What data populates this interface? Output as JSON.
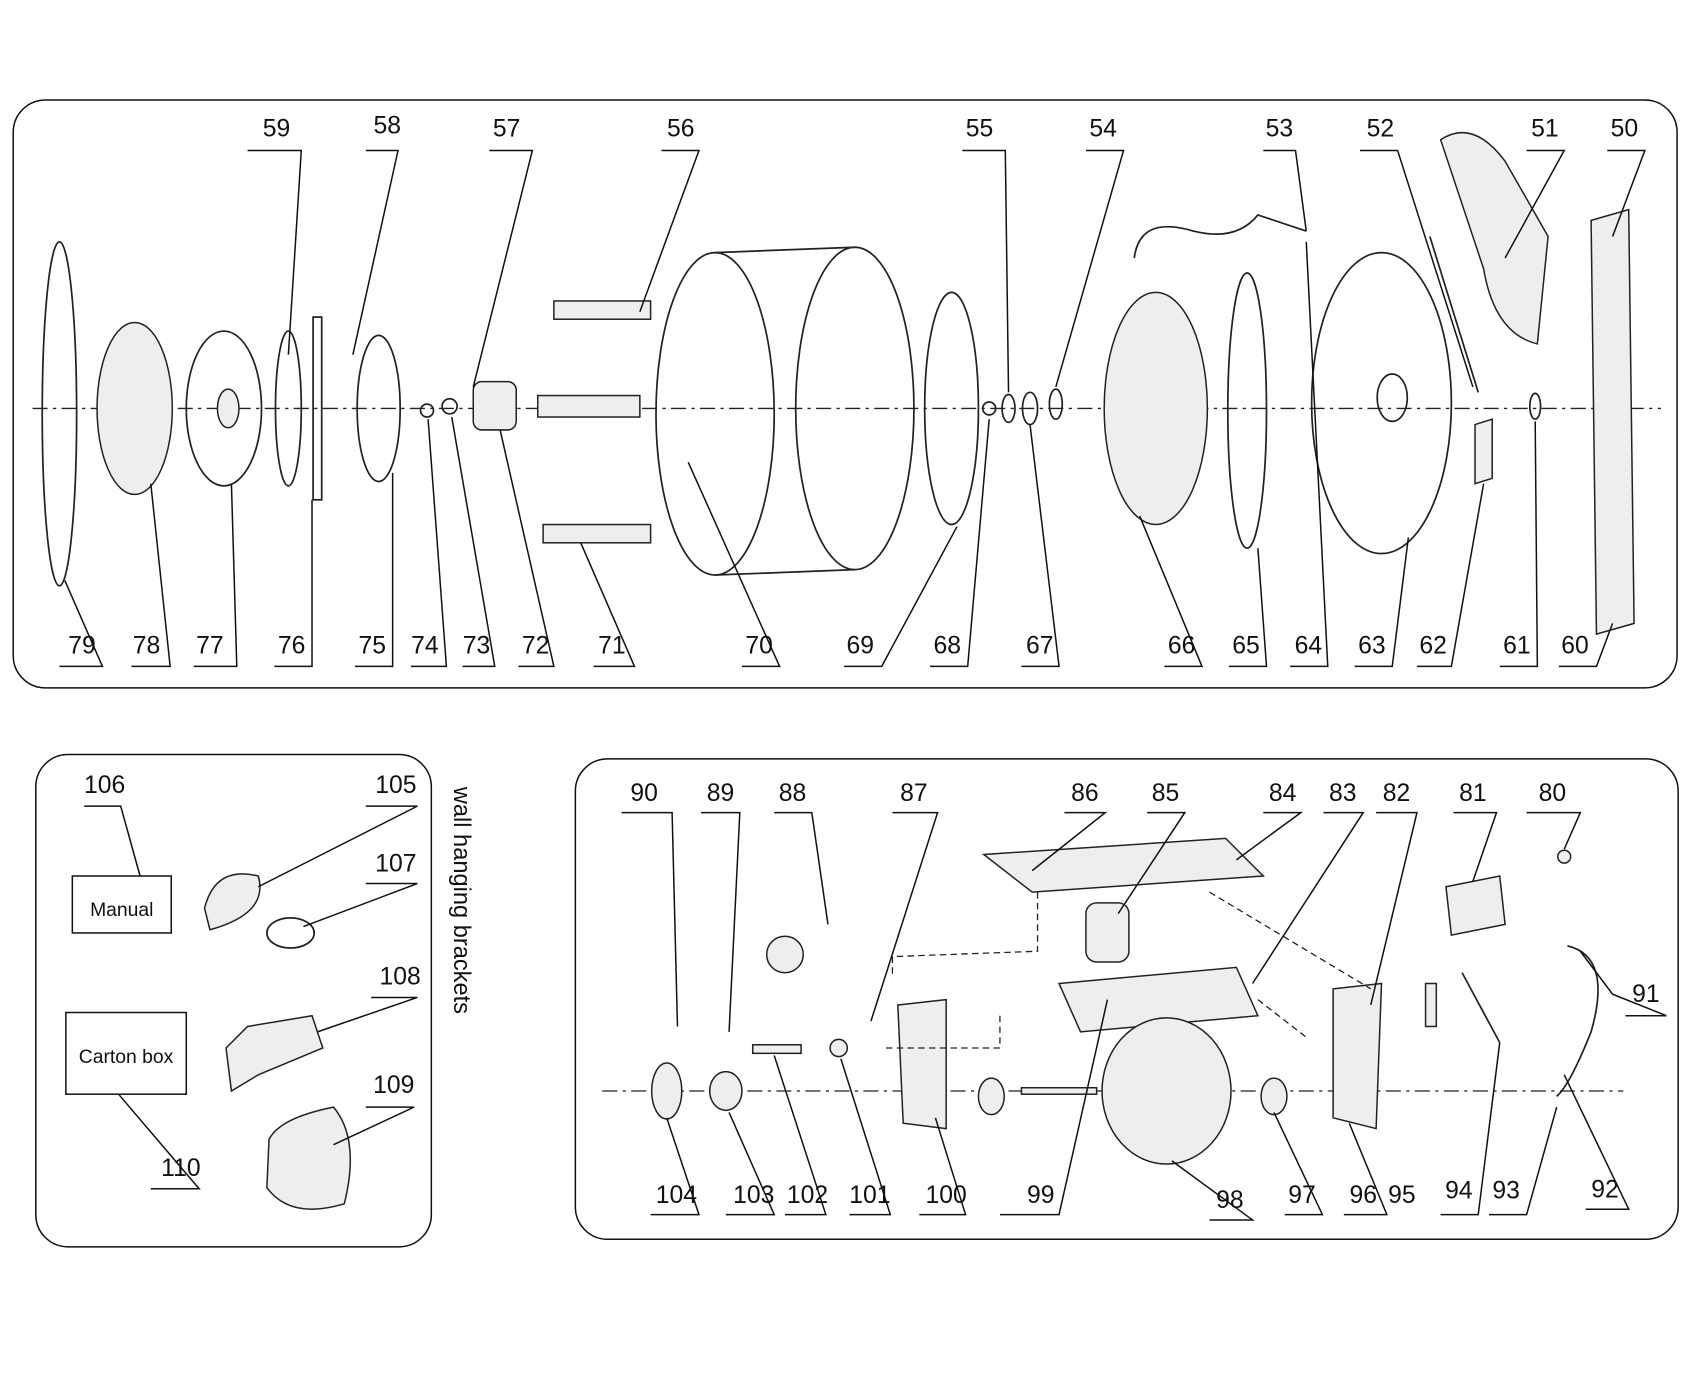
{
  "top_panel": {
    "labels_top": [
      "59",
      "58",
      "57",
      "56",
      "55",
      "54",
      "53",
      "52",
      "51",
      "50"
    ],
    "labels_bottom": [
      "79",
      "78",
      "77",
      "76",
      "75",
      "74",
      "73",
      "72",
      "71",
      "70",
      "69",
      "68",
      "67",
      "66",
      "65",
      "64",
      "63",
      "62",
      "61",
      "60"
    ]
  },
  "accessory_panel": {
    "labels": [
      "106",
      "105",
      "107",
      "108",
      "109",
      "110"
    ],
    "manual_label": "Manual",
    "carton_label": "Carton box",
    "side_caption": "wall hanging brackets"
  },
  "motor_panel": {
    "labels_top": [
      "90",
      "89",
      "88",
      "87",
      "86",
      "85",
      "84",
      "83",
      "82",
      "81",
      "80"
    ],
    "label_right": "91",
    "labels_bottom": [
      "104",
      "103",
      "102",
      "101",
      "100",
      "99",
      "98",
      "97",
      "96",
      "95",
      "94",
      "93",
      "92"
    ]
  }
}
